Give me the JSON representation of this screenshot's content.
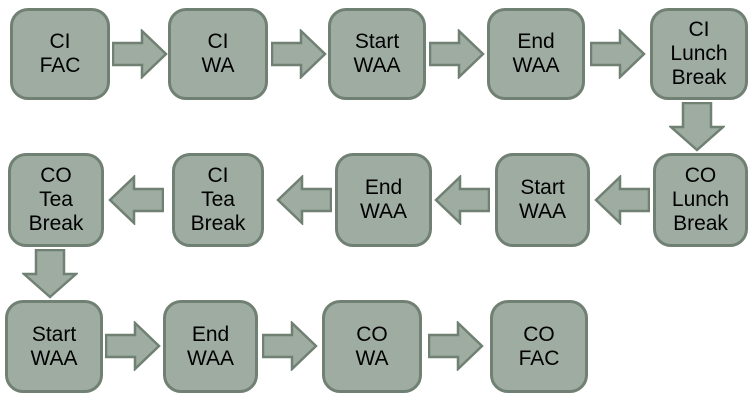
{
  "colors": {
    "background": "#ffffff",
    "box_fill": "#9eaca2",
    "box_border": "#708073",
    "text_color": "#000000"
  },
  "nodes": {
    "ci_fac": "CI\nFAC",
    "ci_wa": "CI\nWA",
    "start_waa_1": "Start\nWAA",
    "end_waa_1": "End\nWAA",
    "ci_lunch_break": "CI\nLunch\nBreak",
    "co_lunch_break": "CO\nLunch\nBreak",
    "start_waa_2": "Start\nWAA",
    "end_waa_2": "End\nWAA",
    "ci_tea_break": "CI\nTea\nBreak",
    "co_tea_break": "CO\nTea\nBreak",
    "start_waa_3": "Start\nWAA",
    "end_waa_3": "End\nWAA",
    "co_wa": "CO\nWA",
    "co_fac": "CO\nFAC"
  },
  "arrows": [
    {
      "from": "ci_fac",
      "to": "ci_wa",
      "direction": "right"
    },
    {
      "from": "ci_wa",
      "to": "start_waa_1",
      "direction": "right"
    },
    {
      "from": "start_waa_1",
      "to": "end_waa_1",
      "direction": "right"
    },
    {
      "from": "end_waa_1",
      "to": "ci_lunch_break",
      "direction": "right"
    },
    {
      "from": "ci_lunch_break",
      "to": "co_lunch_break",
      "direction": "down"
    },
    {
      "from": "co_lunch_break",
      "to": "start_waa_2",
      "direction": "left"
    },
    {
      "from": "start_waa_2",
      "to": "end_waa_2",
      "direction": "left"
    },
    {
      "from": "end_waa_2",
      "to": "ci_tea_break",
      "direction": "left"
    },
    {
      "from": "ci_tea_break",
      "to": "co_tea_break",
      "direction": "left"
    },
    {
      "from": "co_tea_break",
      "to": "start_waa_3",
      "direction": "down"
    },
    {
      "from": "start_waa_3",
      "to": "end_waa_3",
      "direction": "right"
    },
    {
      "from": "end_waa_3",
      "to": "co_wa",
      "direction": "right"
    },
    {
      "from": "co_wa",
      "to": "co_fac",
      "direction": "right"
    }
  ]
}
